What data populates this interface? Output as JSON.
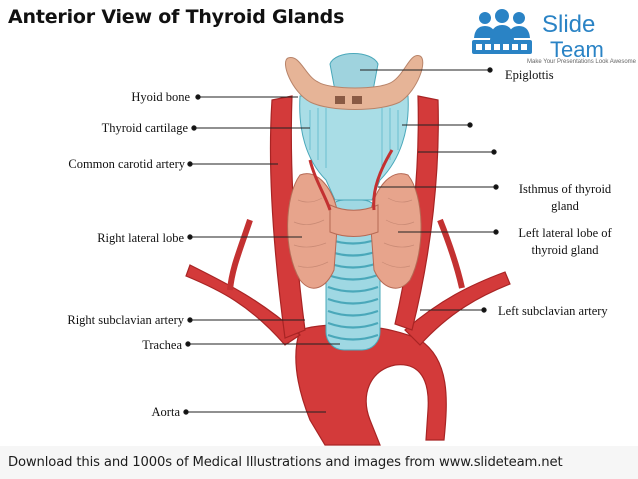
{
  "title": "Anterior View of Thyroid Glands",
  "logo": {
    "word1": "Slide",
    "word2": "Team",
    "tagline": "Make Your Presentations Look Awesome"
  },
  "labels": {
    "epiglottis": "Epiglottis",
    "hyoid_bone": "Hyoid bone",
    "thyroid_cartilage": "Thyroid cartilage",
    "common_carotid_artery": "Common carotid artery",
    "isthmus_line1": "Isthmus of thyroid",
    "isthmus_line2": "gland",
    "right_lateral_lobe": "Right lateral lobe",
    "left_lateral_lobe_line1": "Left lateral lobe of",
    "left_lateral_lobe_line2": "thyroid gland",
    "left_subclavian_artery": "Left subclavian artery",
    "right_subclavian_artery": "Right subclavian artery",
    "trachea": "Trachea",
    "aorta": "Aorta"
  },
  "banner": "Download this and 1000s of Medical Illustrations and images from www.slideteam.net",
  "colors": {
    "artery": "#d33a3a",
    "artery_dark": "#a82424",
    "thyroid": "#e7a48c",
    "cartilage": "#a9dde6",
    "trachea_ring": "#55b6c8",
    "bone": "#e6b497",
    "logo_blue": "#2a83c5"
  }
}
